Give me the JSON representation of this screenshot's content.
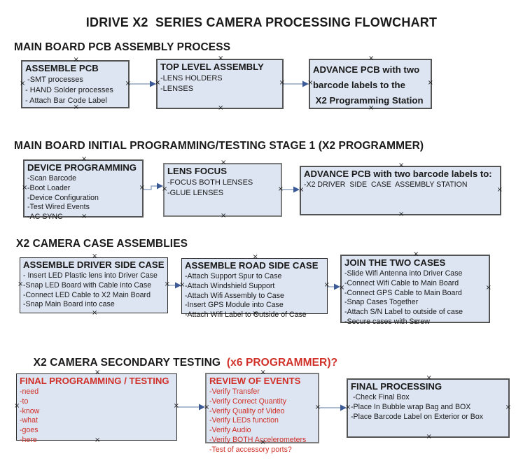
{
  "title": "IDRIVE X2  SERIES CAMERA PROCESSING FLOWCHART",
  "colors": {
    "background": "#ffffff",
    "text": "#1a1a1a",
    "red": "#d03028",
    "box_fill": "#dde5f2",
    "box_border": "#545454",
    "box_border_gray": "#7d7d7d",
    "arrow_line": "#92a5c3",
    "arrow_head": "#3b5a96"
  },
  "sections": [
    {
      "heading": "MAIN BOARD PCB ASSEMBLY PROCESS",
      "boxes": [
        {
          "title": "ASSEMBLE PCB",
          "lines": [
            " -SMT processes",
            "- HAND Solder processes",
            "- Attach Bar Code Label"
          ]
        },
        {
          "title": "TOP LEVEL ASSEMBLY",
          "lines": [
            "-LENS HOLDERS",
            "-LENSES"
          ]
        },
        {
          "title": "",
          "lines": [
            "ADVANCE PCB with two",
            "barcode labels to the",
            " X2 Programming Station"
          ]
        }
      ]
    },
    {
      "heading": "MAIN BOARD INITIAL PROGRAMMING/TESTING STAGE 1 (X2 PROGRAMMER)",
      "boxes": [
        {
          "title": "DEVICE PROGRAMMING",
          "lines": [
            "-Scan Barcode",
            "-Boot Loader",
            "-Device Configuration",
            "-Test Wired Events",
            "-AC SYNC"
          ]
        },
        {
          "title": "LENS FOCUS",
          "lines": [
            "-FOCUS BOTH LENSES",
            "-GLUE LENSES"
          ]
        },
        {
          "title": "ADVANCE PCB with two barcode labels to:",
          "lines": [
            "-X2 DRIVER  SIDE  CASE  ASSEMBLY STATION"
          ]
        }
      ]
    },
    {
      "heading": "X2 CAMERA CASE ASSEMBLIES",
      "boxes": [
        {
          "title": "ASSEMBLE DRIVER SIDE CASE",
          "lines": [
            "- Insert LED Plastic lens into Driver Case",
            "-Snap LED Board with Cable into Case",
            "-Connect LED Cable to X2 Main Board",
            "-Snap Main Board into case"
          ]
        },
        {
          "title": "ASSEMBLE ROAD SIDE CASE",
          "lines": [
            "-Attach Support Spur to Case",
            "-Attach Windshield Support",
            "-Attach Wifi Assembly to Case",
            "-Insert GPS Module into Case",
            "-Attach Wifi Label to Outside of Case"
          ]
        },
        {
          "title": "JOIN THE TWO CASES",
          "lines": [
            "-Slide Wifi Antenna into Driver Case",
            "-Connect Wifi Cable to Main Board",
            "-Connect GPS Cable to Main Board",
            "-Snap Cases Together",
            "-Attach S/N Label to outside of case",
            "-Secure cases with Screw"
          ]
        }
      ]
    },
    {
      "heading": "X2 CAMERA SECONDARY TESTING  ",
      "heading_red": "(x6 PROGRAMMER)?",
      "boxes": [
        {
          "title": "FINAL PROGRAMMING / TESTING",
          "lines": [
            "-need",
            "-to",
            "-know",
            "-what",
            "-goes",
            "-here"
          ]
        },
        {
          "title": "REVIEW OF EVENTS",
          "lines": [
            "-Verify Transfer",
            "-Verify Correct Quantity",
            "-Verify Quality of Video",
            "-Verify LEDs function",
            "-Verify Audio",
            "-Verify BOTH Accelerometers",
            "-Test of accessory ports?"
          ]
        },
        {
          "title": "FINAL PROCESSING",
          "lines": [
            " -Check Final Box",
            "-Place In Bubble wrap Bag and BOX",
            "-Place Barcode Label on Exterior or Box"
          ]
        }
      ]
    }
  ]
}
